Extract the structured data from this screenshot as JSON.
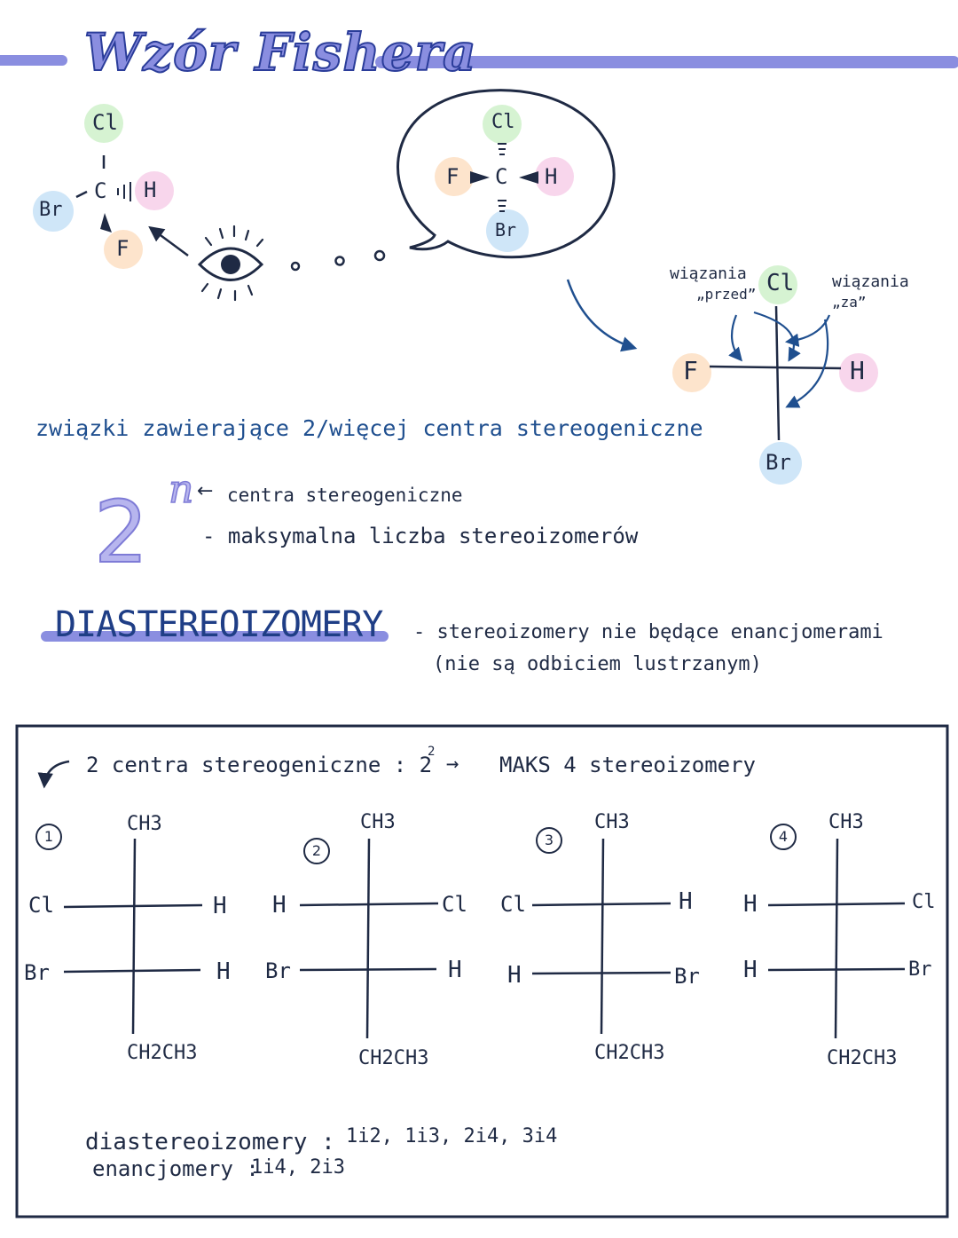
{
  "title": "Wzór Fishera",
  "wedge_molecule": {
    "top": "Cl",
    "center": "C",
    "right": "H",
    "left": "Br",
    "bottom": "F"
  },
  "bubble_molecule": {
    "top": "Cl",
    "left": "F",
    "center": "C",
    "right": "H",
    "bottom": "Br"
  },
  "fischer_main": {
    "label_front_1": "wiązania",
    "label_front_2": "„przed”",
    "label_back_1": "wiązania",
    "label_back_2": "„za”",
    "top": "Cl",
    "left": "F",
    "right": "H",
    "bottom": "Br"
  },
  "compounds_line": "związki zawierające 2/więcej centra stereogeniczne",
  "formula": {
    "base": "2",
    "exponent": "n",
    "exp_note": "centra stereogeniczne",
    "meaning": "- maksymalna liczba stereoizomerów"
  },
  "diastereo": {
    "heading": "DIASTEREOIZOMERY",
    "def_1": "- stereoizomery nie będące enancjomerami",
    "def_2": "(nie są odbiciem lustrzanym)"
  },
  "box": {
    "intro_a": "2 centra stereogeniczne : 2",
    "intro_exp": "2",
    "intro_arrow": "→",
    "intro_b": "MAKS 4 stereoizomery",
    "isomers": [
      {
        "num": "1",
        "top": "CH3",
        "row1_left": "Cl",
        "row1_right": "H",
        "row2_left": "Br",
        "row2_right": "H",
        "bottom": "CH2CH3"
      },
      {
        "num": "2",
        "top": "CH3",
        "row1_left": "H",
        "row1_right": "Cl",
        "row2_left": "Br",
        "row2_right": "H",
        "bottom": "CH2CH3"
      },
      {
        "num": "3",
        "top": "CH3",
        "row1_left": "Cl",
        "row1_right": "H",
        "row2_left": "H",
        "row2_right": "Br",
        "bottom": "CH2CH3"
      },
      {
        "num": "4",
        "top": "CH3",
        "row1_left": "H",
        "row1_right": "Cl",
        "row2_left": "H",
        "row2_right": "Br",
        "bottom": "CH2CH3"
      }
    ],
    "diastereo_label": "diastereoizomery :",
    "diastereo_pairs": "1i2, 1i3, 2i4, 3i4",
    "enantio_label": "enancjomery :",
    "enantio_pairs": "1i4, 2i3"
  },
  "colors": {
    "accent": "#8a8ee0",
    "ink": "#1f2a44",
    "blue_ink": "#1f4f8f",
    "cl_bubble": "#d6f3d2",
    "h_bubble": "#f8d6ec",
    "br_bubble": "#cfe6f8",
    "f_bubble": "#fde4cc"
  }
}
